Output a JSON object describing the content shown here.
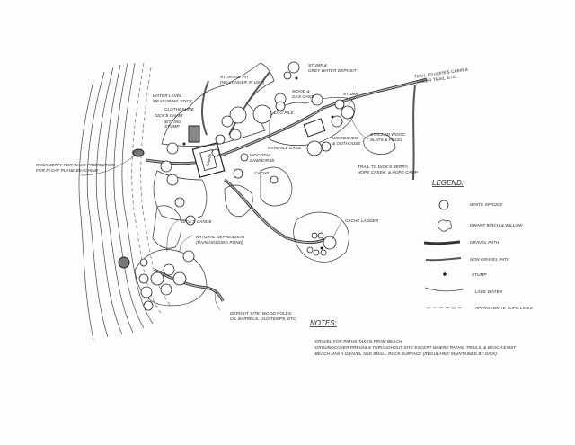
{
  "map": {
    "labels": {
      "storage_pit": [
        "STORAGE PIT",
        "(NO LONGER IN USE)"
      ],
      "stump_grey_water": [
        "STUMP &",
        "GREY WATER DEPOSIT"
      ],
      "wood_gas_cans": [
        "WOOD &",
        "GAS CANS"
      ],
      "stump": "STUMP",
      "log_pile": "LOG PILE",
      "water_level": [
        "WATER LEVEL",
        "MEASURING STICK"
      ],
      "clothesline": "CLOTHESLINE",
      "dicks_chair": "DICK'S CHAIR",
      "sitting_stump": [
        "SITTING",
        "STUMP"
      ],
      "rainfall_gage": "RAINFALL GAGE",
      "woodshed": [
        "WOODSHED",
        "& OUTHOUSE"
      ],
      "stacked_wood": [
        "STACKED WOOD",
        "SLATS & POLES"
      ],
      "trail_hopes_cabin": [
        "TRAIL TO HOPE'S CABIN &",
        "TIMBER TRAIL, ETC."
      ],
      "trail_dicks_berry": [
        "TRAIL TO DICK'S BERRY,",
        "HOPE CREEK, & HOPE CAMP"
      ],
      "wooden_sawhorse": [
        "WOODEN",
        "SAWHORSE"
      ],
      "cache": "CACHE",
      "cabin": "CABIN",
      "rock_jetty": [
        "ROCK JETTY FOR WAVE PROTECTION",
        "FOR FLOAT PLANE BEACHING"
      ],
      "dicks_canoe": "DICK'S CANOE",
      "natural_depression": [
        "NATURAL DEPRESSION",
        "(RAIN HOLDING POND)"
      ],
      "cache_ladder": "CACHE LADDER",
      "deposit_site": [
        "DEPOSIT SITE: WOOD POLES,",
        "OIL BARRELS, OLD TEMPS, ETC."
      ]
    }
  },
  "legend": {
    "title": "LEGEND:",
    "items": [
      {
        "icon": "white-spruce-icon",
        "label": "WHITE SPRUCE"
      },
      {
        "icon": "dwarf-birch-icon",
        "label": "DWARF BIRCH & WILLOW"
      },
      {
        "icon": "gravel-path-icon",
        "label": "GRAVEL PATH"
      },
      {
        "icon": "non-gravel-path-icon",
        "label": "NON-GRAVEL PATH"
      },
      {
        "icon": "stump-icon",
        "label": "STUMP"
      },
      {
        "icon": "lake-water-icon",
        "label": "LAKE WATER"
      },
      {
        "icon": "topo-lines-icon",
        "label": "APPROXIMATE TOPO LINES"
      }
    ]
  },
  "notes": {
    "title": "NOTES:",
    "lines": [
      "-GRAVEL FOR PATHS TAKEN FROM BEACH",
      "-GROUNDCOVER PREVAILS THROUGHOUT SITE EXCEPT WHERE PATHS, TRAILS, & BEACH EXIST",
      "-BEACH HAS A GRAVEL AND SMALL ROCK SURFACE (REGULARLY MAINTAINED BY DICK)"
    ]
  }
}
